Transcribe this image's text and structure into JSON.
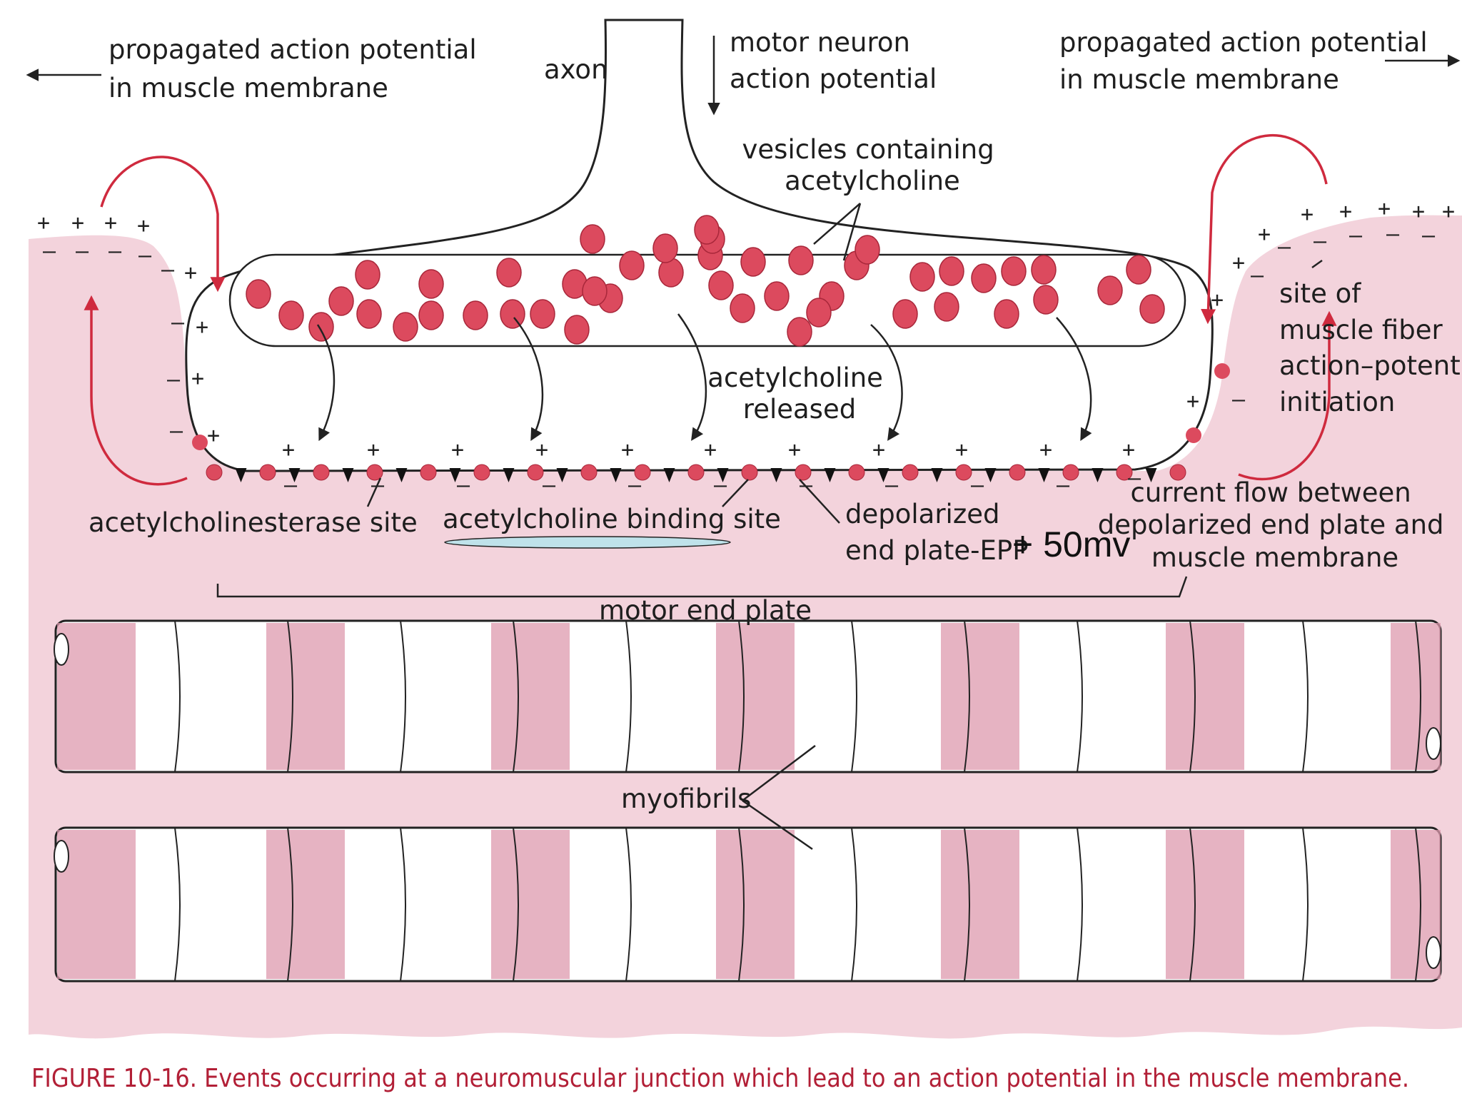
{
  "labels": {
    "left_propagated": [
      "propagated action potential",
      "in muscle membrane"
    ],
    "right_propagated": [
      "propagated action potential",
      "in muscle membrane"
    ],
    "axon": "axon",
    "motor_neuron": [
      "motor neuron",
      "action potential"
    ],
    "vesicles": [
      "vesicles containing",
      "acetylcholine"
    ],
    "ach_released": [
      "acetylcholine",
      "released"
    ],
    "site_initiation": [
      "site of",
      "muscle fiber",
      "action–potential",
      "initiation"
    ],
    "esterase_site": "acetylcholinesterase site",
    "binding_site": "acetylcholine binding site",
    "depolarized": [
      "depolarized",
      "end plate-EPP"
    ],
    "epp_value": "+ 50mv",
    "current_flow": [
      "current flow between",
      "depolarized end plate and",
      "muscle membrane"
    ],
    "motor_end_plate": "motor end plate",
    "myofibrils": "myofibrils"
  },
  "caption": "FIGURE 10-16. Events occurring at a neuromuscular junction which lead to an action potential in the muscle membrane.",
  "signs": {
    "plus": "+",
    "minus": "–"
  },
  "colors": {
    "muscle": "#f3d3dc",
    "band": "#dd9aae",
    "vesicle": "#dc4a5e",
    "vesicle_edge": "#a8273a",
    "arrow_red": "#cf2a3e",
    "caption": "#b21f36",
    "outline": "#222222",
    "highlight": "#bfe2ea"
  }
}
